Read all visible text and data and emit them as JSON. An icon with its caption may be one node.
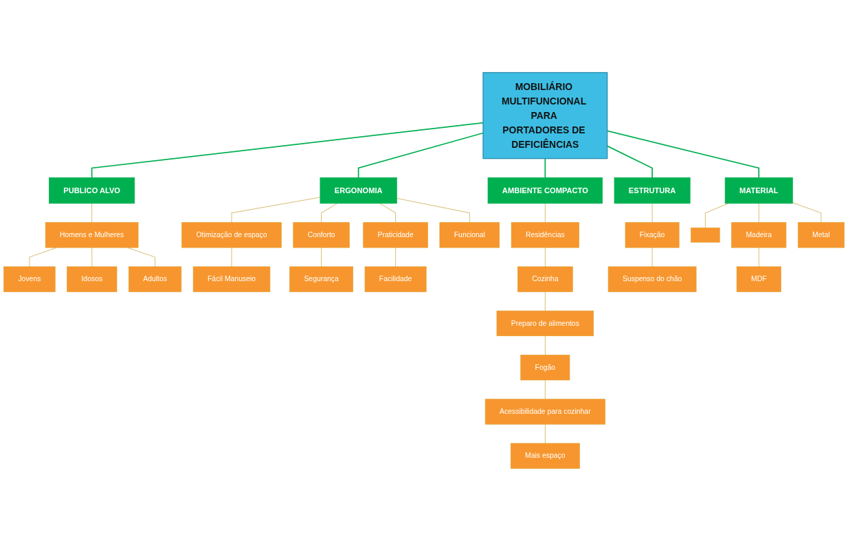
{
  "diagram": {
    "nodes": [
      {
        "text": [
          "MOBILIÁRIO MULTIFUNCIONAL PARA PORTADORES DE DEFICIÊNCIAS"
        ]
      },
      {
        "text": [
          "PUBLICO ALVO"
        ]
      },
      {
        "text": [
          "Homens e Mulheres"
        ]
      },
      {
        "text": [
          "Jovens"
        ]
      },
      {
        "text": [
          "Idosos"
        ]
      },
      {
        "text": [
          "Adultos"
        ]
      },
      {
        "text": [
          "ERGONOMIA"
        ]
      },
      {
        "text": [
          "Fácil Manuseio"
        ]
      },
      {
        "text": [
          "Otimização de espaço"
        ]
      },
      {
        "text": [
          "Segurança"
        ]
      },
      {
        "text": [
          "Conforto"
        ]
      },
      {
        "text": [
          "Facilidade"
        ]
      },
      {
        "text": [
          "Praticidade"
        ]
      },
      {
        "text": [
          "Funcional"
        ]
      },
      {
        "text": [
          "AMBIENTE COMPACTO"
        ]
      },
      {
        "text": [
          "Residências"
        ]
      },
      {
        "text": [
          "Cozinha"
        ]
      },
      {
        "text": [
          "Fogão"
        ]
      },
      {
        "text": [
          "Preparo de alimentos"
        ]
      },
      {
        "text": [
          "Acessibilidade para cozinhar"
        ]
      },
      {
        "text": [
          "Mais espaço"
        ]
      },
      {
        "text": [
          "ESTRUTURA"
        ]
      },
      {
        "text": [
          "Fixação"
        ]
      },
      {
        "text": [
          "Suspenso do chão"
        ]
      },
      {
        "text": [
          "MATERIAL"
        ]
      },
      {
        "text": [],
        "shape": "box"
      },
      {
        "text": [
          "Madeira"
        ]
      },
      {
        "text": [
          "Metal"
        ]
      },
      {
        "text": [
          "MDF"
        ]
      }
    ],
    "edges": [
      {
        "from": 0,
        "to": 1,
        "arrow": "none",
        "color": "#00b050"
      },
      {
        "from": 1,
        "to": 2,
        "arrow": "none"
      },
      {
        "from": 2,
        "to": 3,
        "arrow": "none"
      },
      {
        "from": 2,
        "to": 4,
        "arrow": "none"
      },
      {
        "from": 2,
        "to": 5,
        "arrow": "none"
      },
      {
        "from": 0,
        "to": 6,
        "arrow": "none",
        "color": "#00b050"
      },
      {
        "from": 6,
        "to": 8,
        "arrow": "none"
      },
      {
        "from": 8,
        "to": 7,
        "arrow": "none"
      },
      {
        "from": 6,
        "to": 10,
        "arrow": "none"
      },
      {
        "from": 10,
        "to": 9,
        "arrow": "none"
      },
      {
        "from": 6,
        "to": 12,
        "arrow": "none"
      },
      {
        "from": 12,
        "to": 11,
        "arrow": "none"
      },
      {
        "from": 6,
        "to": 13,
        "arrow": "none"
      },
      {
        "from": 0,
        "to": 14,
        "arrow": "none",
        "color": "#00b050"
      },
      {
        "from": 14,
        "to": 15,
        "arrow": "none"
      },
      {
        "from": 15,
        "to": 16,
        "arrow": "none"
      },
      {
        "from": 16,
        "to": 18,
        "arrow": "none"
      },
      {
        "from": 18,
        "to": 17,
        "arrow": "none"
      },
      {
        "from": 17,
        "to": 19,
        "arrow": "none"
      },
      {
        "from": 19,
        "to": 20,
        "arrow": "none"
      },
      {
        "from": 0,
        "to": 21,
        "arrow": "none",
        "color": "#00b050"
      },
      {
        "from": 21,
        "to": 22,
        "arrow": "none"
      },
      {
        "from": 22,
        "to": 23,
        "arrow": "none"
      },
      {
        "from": 0,
        "to": 24,
        "arrow": "none",
        "color": "#00b050"
      },
      {
        "from": 24,
        "to": 25,
        "arrow": "none"
      },
      {
        "from": 24,
        "to": 27,
        "arrow": "none"
      },
      {
        "from": 24,
        "to": 26,
        "arrow": "none"
      },
      {
        "from": 26,
        "to": 28,
        "arrow": "none"
      }
    ]
  }
}
